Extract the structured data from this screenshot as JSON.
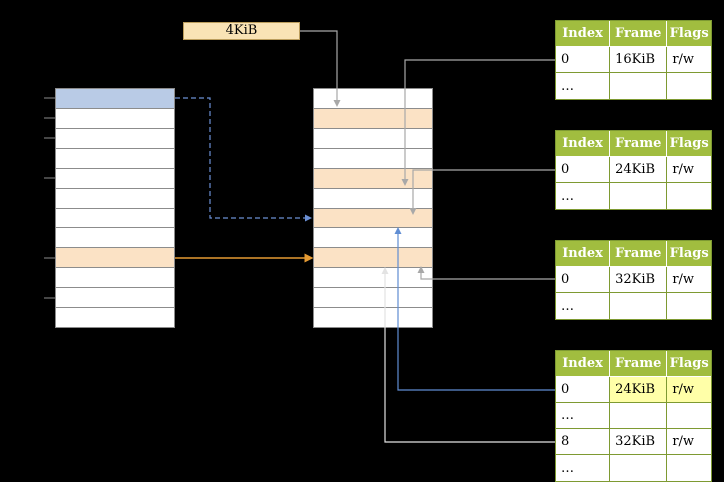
{
  "colors": {
    "bg": "#000000",
    "grid_gray": "#8c8c8c",
    "row_blue": "#b9cbe6",
    "row_orange": "#fbe2c5",
    "box_fill": "#f9e3b5",
    "box_border": "#bb9d5c",
    "table_header_bg": "#a1bd3f",
    "table_border": "#7e9a32",
    "table_header_text": "#ffffff",
    "highlight_yellow": "#ffffa8",
    "arrow_gray": "#a8a8a8",
    "arrow_orange": "#e59a33",
    "arrow_blue_dashed": "#6b8fd4",
    "arrow_blue": "#5f8dd3",
    "arrow_white": "#e3e3e3"
  },
  "size_label": {
    "text": "4KiB"
  },
  "memory_columns": [
    {
      "id": "virtual-memory",
      "rows": 12,
      "highlights": [
        {
          "row": 0,
          "color_key": "row_blue"
        },
        {
          "row": 8,
          "color_key": "row_orange"
        }
      ]
    },
    {
      "id": "physical-memory",
      "rows": 12,
      "highlights": [
        {
          "row": 1,
          "color_key": "row_orange"
        },
        {
          "row": 4,
          "color_key": "row_orange"
        },
        {
          "row": 6,
          "color_key": "row_orange"
        },
        {
          "row": 8,
          "color_key": "row_orange"
        }
      ]
    }
  ],
  "tables": [
    {
      "id": "page-table-1",
      "headers": [
        "Index",
        "Frame",
        "Flags"
      ],
      "rows": [
        {
          "cells": [
            "0",
            "16KiB",
            "r/w"
          ]
        },
        {
          "cells": [
            "…",
            "",
            ""
          ]
        }
      ]
    },
    {
      "id": "page-table-2",
      "headers": [
        "Index",
        "Frame",
        "Flags"
      ],
      "rows": [
        {
          "cells": [
            "0",
            "24KiB",
            "r/w"
          ]
        },
        {
          "cells": [
            "…",
            "",
            ""
          ]
        }
      ]
    },
    {
      "id": "page-table-3",
      "headers": [
        "Index",
        "Frame",
        "Flags"
      ],
      "rows": [
        {
          "cells": [
            "0",
            "32KiB",
            "r/w"
          ]
        },
        {
          "cells": [
            "…",
            "",
            ""
          ]
        }
      ]
    },
    {
      "id": "page-table-4",
      "headers": [
        "Index",
        "Frame",
        "Flags"
      ],
      "rows": [
        {
          "cells": [
            "0",
            "24KiB",
            "r/w"
          ],
          "highlight": [
            false,
            true,
            true
          ]
        },
        {
          "cells": [
            "…",
            "",
            ""
          ]
        },
        {
          "cells": [
            "8",
            "32KiB",
            "r/w"
          ]
        },
        {
          "cells": [
            "…",
            "",
            ""
          ]
        }
      ]
    }
  ]
}
